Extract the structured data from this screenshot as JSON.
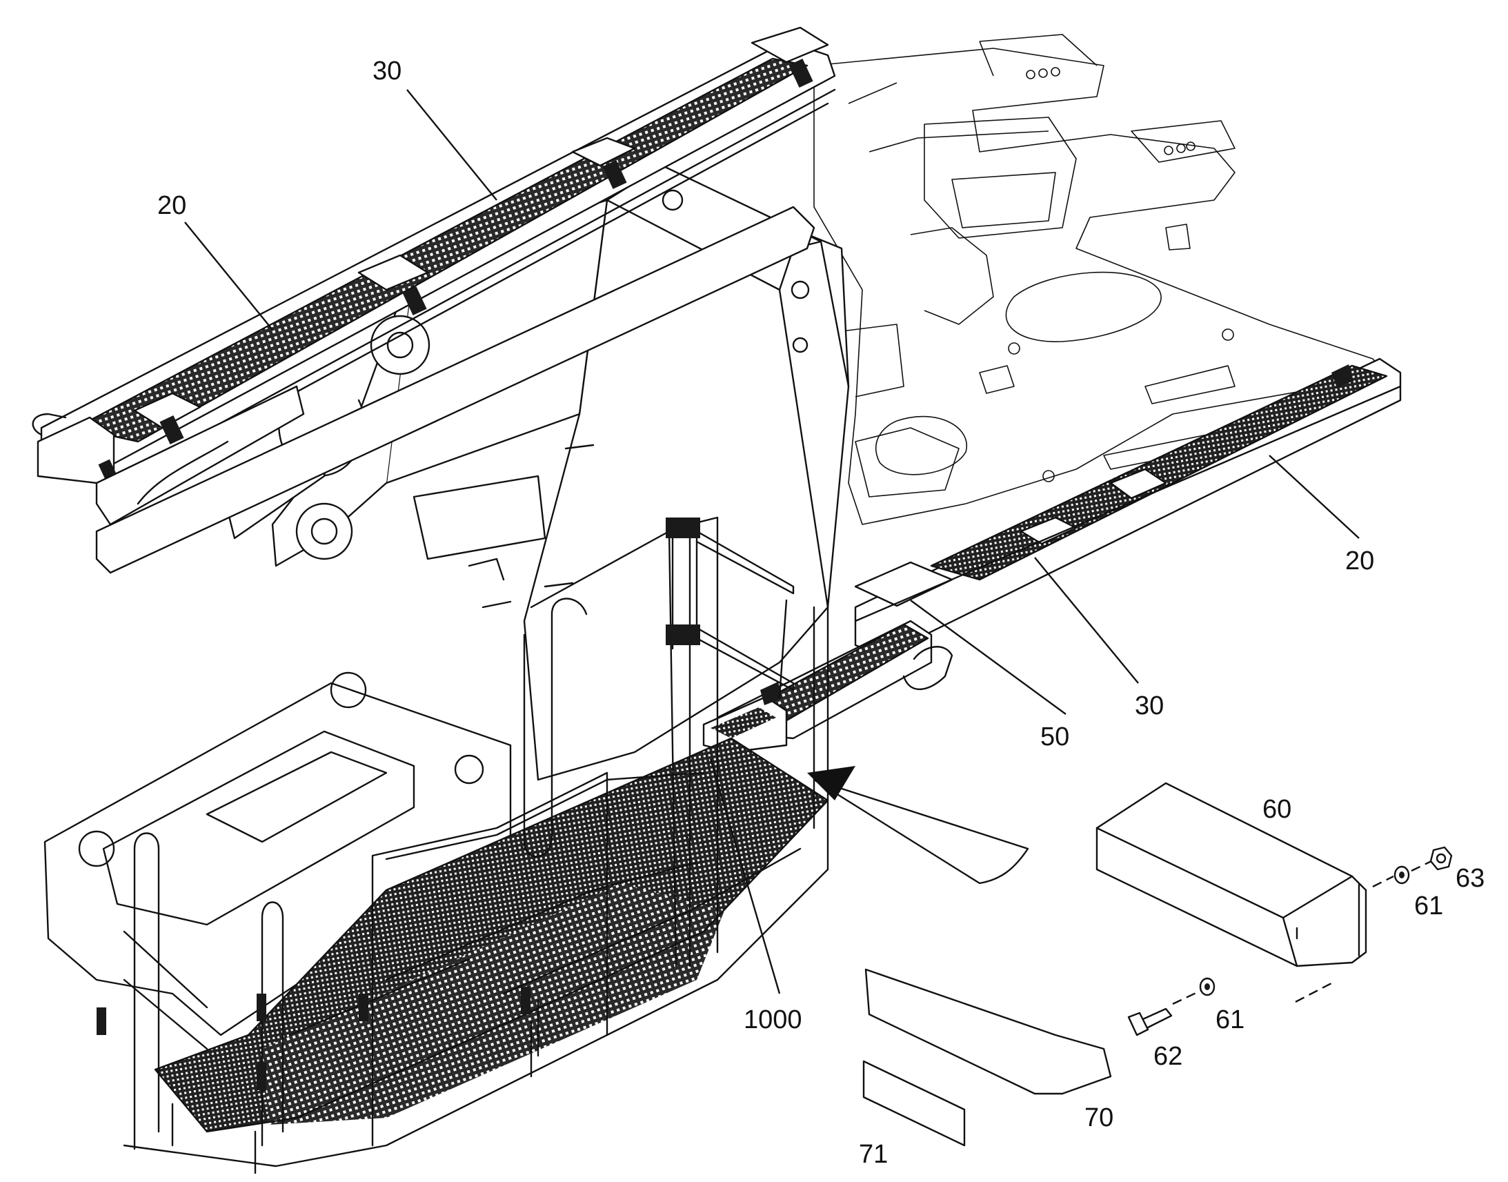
{
  "callouts": {
    "c20_left": "20",
    "c30_top": "30",
    "c20_right": "20",
    "c30_right": "30",
    "c50": "50",
    "c60": "60",
    "c61_top": "61",
    "c63": "63",
    "c61_bottom": "61",
    "c62": "62",
    "c1000": "1000",
    "c70": "70",
    "c71": "71"
  },
  "colors": {
    "line": "#111111",
    "background": "#ffffff"
  }
}
